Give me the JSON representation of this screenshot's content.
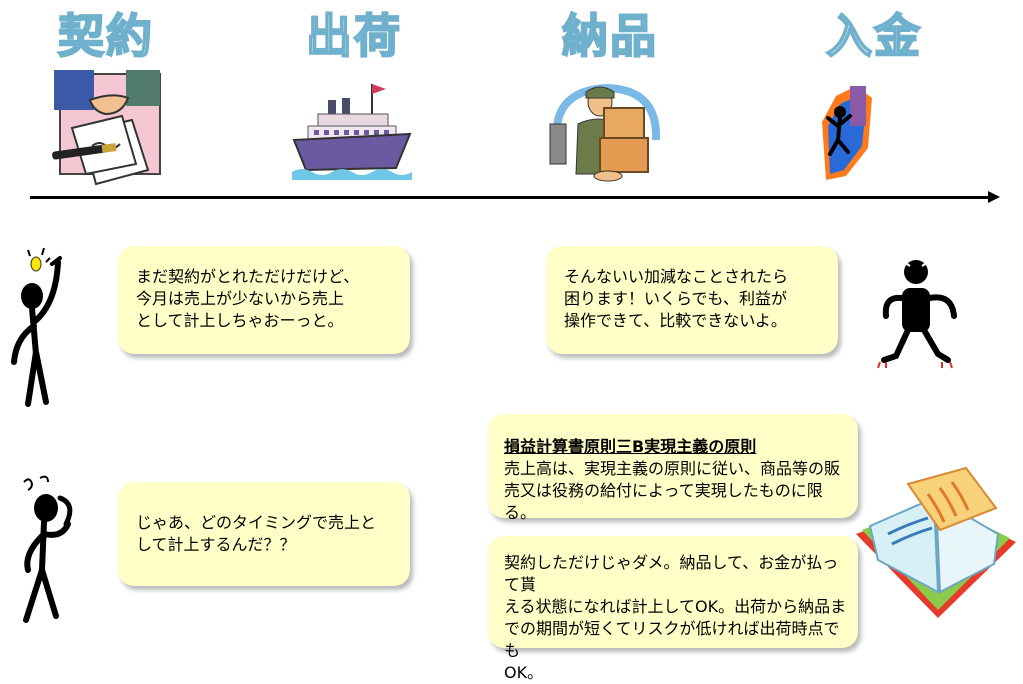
{
  "stages": [
    "契約",
    "出荷",
    "納品",
    "入金"
  ],
  "bubbles": {
    "seller_early": "まだ契約がとれただけだけど、\n今月は売上が少ないから売上\nとして計上しちゃおーっと。",
    "auditor_complaint": "そんないい加減なことされたら\n困ります！いくらでも、利益が\n操作できて、比較できないよ。",
    "question": "じゃあ、どのタイミングで売上と\nして計上するんだ？？",
    "rule_title": "損益計算書原則三B実現主義の原則",
    "rule_body": "売上高は、実現主義の原則に従い、商品等の販\n売又は役務の給付によって実現したものに限る。",
    "answer": "契約しただけじゃダメ。納品して、お金が払って貰\nえる状態になれば計上してOK。出荷から納品ま\nでの期間が短くてリスクが低ければ出荷時点でも\nOK。"
  },
  "colors": {
    "stage_outline": "#6fb0cc",
    "bubble_fill": "#ffffc8",
    "timeline": "#000000"
  },
  "icons": [
    "handshake-contract-icon",
    "cruise-ship-icon",
    "delivery-man-icon",
    "success-climber-icon",
    "thinking-person-icon",
    "angry-person-icon",
    "questioning-person-icon",
    "open-book-icon"
  ]
}
